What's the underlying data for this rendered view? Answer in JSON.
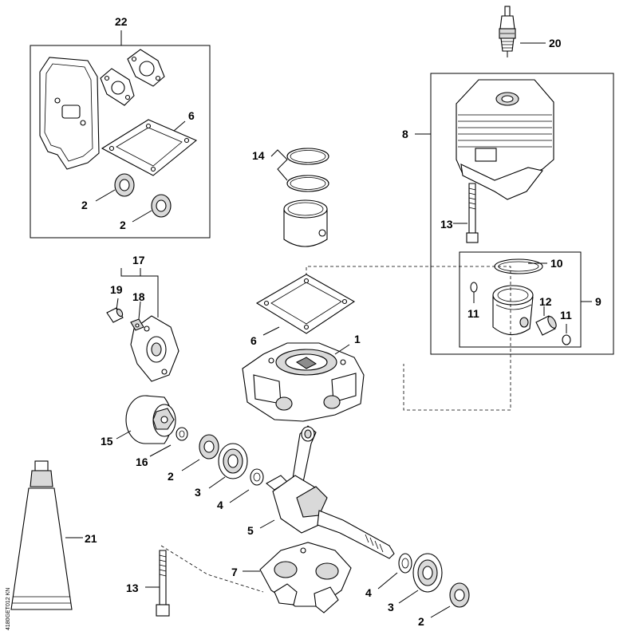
{
  "callouts": {
    "c22": "22",
    "c6a": "6",
    "c2a": "2",
    "c2b": "2",
    "c14": "14",
    "c20": "20",
    "c8": "8",
    "c13a": "13",
    "c10": "10",
    "c9": "9",
    "c11a": "11",
    "c12": "12",
    "c11b": "11",
    "c17": "17",
    "c19": "19",
    "c18": "18",
    "c6b": "6",
    "c1": "1",
    "c15": "15",
    "c16": "16",
    "c2c": "2",
    "c3a": "3",
    "c4a": "4",
    "c5": "5",
    "c21": "21",
    "c7": "7",
    "c13b": "13",
    "c4b": "4",
    "c3b": "3",
    "c2d": "2"
  },
  "doc_id": "4180GET012 KN"
}
